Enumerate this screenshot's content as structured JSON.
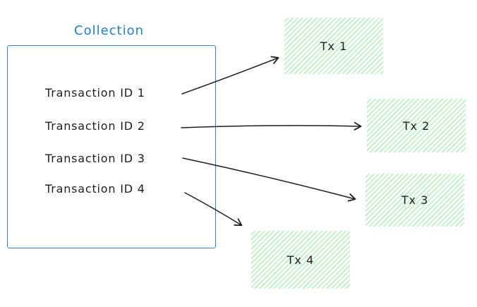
{
  "diagram": {
    "collection": {
      "title": "Collection",
      "items": [
        {
          "label": "Transaction ID 1"
        },
        {
          "label": "Transaction ID 2"
        },
        {
          "label": "Transaction ID 3"
        },
        {
          "label": "Transaction ID 4"
        }
      ]
    },
    "nodes": [
      {
        "label": "Tx 1"
      },
      {
        "label": "Tx 2"
      },
      {
        "label": "Tx 3"
      },
      {
        "label": "Tx 4"
      }
    ],
    "edges": [
      {
        "from": "Transaction ID 1",
        "to": "Tx 1"
      },
      {
        "from": "Transaction ID 2",
        "to": "Tx 2"
      },
      {
        "from": "Transaction ID 3",
        "to": "Tx 3"
      },
      {
        "from": "Transaction ID 4",
        "to": "Tx 4"
      }
    ],
    "colors": {
      "collection_stroke": "#2b82d9",
      "collection_title": "#1c7ed6",
      "node_hatch": "#b2f2bb",
      "arrow": "#1e1e1e",
      "text": "#1e1e1e",
      "background": "#ffffff"
    }
  }
}
